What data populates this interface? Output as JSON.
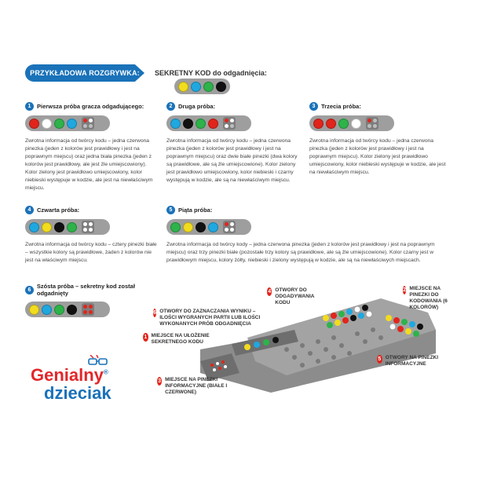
{
  "header": {
    "banner": "PRZYKŁADOWA ROZGRYWKA:",
    "secret_strong": "SEKRETNY KOD",
    "secret_rest": " do odgadnięcia:"
  },
  "colors": {
    "yellow": "#f2dc1e",
    "blue": "#1fa8e0",
    "green": "#2db34a",
    "black": "#111111",
    "red": "#e1251b",
    "white": "#ffffff",
    "brand_blue": "#1a72b9",
    "brand_red": "#e2272b"
  },
  "secret_code": [
    "yellow",
    "blue",
    "green",
    "black"
  ],
  "attempts": [
    {
      "num": "1",
      "title": "Pierwsza próba gracza odgadującego:",
      "pegs": [
        "red",
        "white",
        "green",
        "blue"
      ],
      "feedback": [
        "red",
        "white",
        "empty",
        "empty"
      ],
      "text": "Zwrotna informacja od twórcy kodu – jedna czerwona pinezka (jeden z kolorów jest prawidłowy i jest na poprawnym miejscu) oraz jedna biała pinezka (jeden z kolorów jest prawidłowy, ale jest źle umiejscowiony). Kolor zielony jest prawidłowo umiejscowiony, kolor niebieski występuje w kodzie, ale jest na niewłaściwym miejscu."
    },
    {
      "num": "2",
      "title": "Druga próba:",
      "pegs": [
        "blue",
        "black",
        "green",
        "red"
      ],
      "feedback": [
        "red",
        "white",
        "white",
        "empty"
      ],
      "text": "Zwrotna informacja od twórcy kodu – jedna czerwona pinezka (jeden z kolorów jest prawidłowy i jest na poprawnym miejscu) oraz dwie białe pinezki (dwa kolory są prawidłowe, ale są źle umiejscowione). Kolor zielony jest prawidłowo umiejscowiony, kolor niebieski i czarny występują w kodzie, ale są na niewłaściwym miejscu."
    },
    {
      "num": "3",
      "title": "Trzecia próba:",
      "pegs": [
        "red",
        "red",
        "green",
        "white"
      ],
      "feedback": [
        "red",
        "empty",
        "empty",
        "empty"
      ],
      "text": "Zwrotna informacja od twórcy kodu – jedna czerwona pinezka (jeden z kolorów jest prawidłowy i jest na poprawnym miejscu). Kolor zielony jest prawidłowo umiejscowiony, kolor niebieski występuje w kodzie, ale jest na niewłaściwym miejscu."
    },
    {
      "num": "4",
      "title": "Czwarta próba:",
      "pegs": [
        "blue",
        "yellow",
        "black",
        "green"
      ],
      "feedback": [
        "white",
        "white",
        "white",
        "white"
      ],
      "text": "Zwrotna informacja od twórcy kodu – cztery pinezki białe – wszystkie kolory są prawidłowe, żaden z kolorów nie jest na właściwym miejscu."
    },
    {
      "num": "5",
      "title": "Piąta próba:",
      "pegs": [
        "green",
        "yellow",
        "black",
        "blue"
      ],
      "feedback": [
        "red",
        "white",
        "white",
        "white"
      ],
      "text": "Zwrotna informacja od twórcy kody – jedna czerwona pinezka (jeden z kolorów jest prawidłowy i jest na poprawnym miejscu) oraz trzy pinezki białe (pozostałe trzy kolory są prawidłowe, ale są źle umiejscowione). Kolor czarny jest w prawidłowym miejscu, kolory żółty, niebieski i zielony występują w kodzie, ale są na niewłaściwych miejscach."
    },
    {
      "num": "6",
      "title": "Szósta próba – sekretny kod został odgadnięty",
      "pegs": [
        "yellow",
        "blue",
        "green",
        "black"
      ],
      "feedback": [
        "red",
        "red",
        "red",
        "red"
      ],
      "text": ""
    }
  ],
  "logo": {
    "line1": "Genialny",
    "line2": "dzieciak",
    "reg": "®"
  },
  "board_labels": [
    {
      "num": "1",
      "text": "MIEJSCE NA UŁOŻENIE SEKRETNEGO KODU"
    },
    {
      "num": "2",
      "text": "MIEJSCE NA PINEZKI DO KODOWANIA (6 KOLORÓW)"
    },
    {
      "num": "3",
      "text": "MIEJSCE NA PINEZKI INFORMACYJNE (BIAŁE I CZERWONE)"
    },
    {
      "num": "4",
      "text": "OTWORY DO ODGADYWANIA KODU"
    },
    {
      "num": "5",
      "text": "OTWORY NA PINEZKI INFORMACYJNE"
    },
    {
      "num": "6",
      "text": "OTWORY DO ZAZNACZANIA WYNIKU – ILOŚCI WYGRANYCH PARTII LUB ILOŚCI WYKONANYCH PRÓB ODGADNIĘCIA"
    }
  ]
}
